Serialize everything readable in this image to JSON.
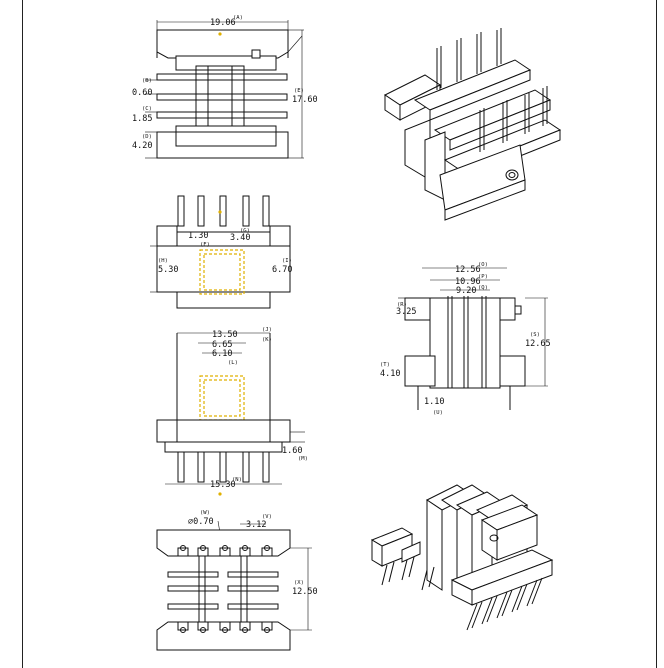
{
  "colors": {
    "line": "#111111",
    "highlight": "#e0b000",
    "background": "#ffffff"
  },
  "views": {
    "top": {
      "dims": [
        {
          "value": "19.06",
          "tag": "(A)"
        },
        {
          "value": "0.60",
          "tag": "(B)"
        },
        {
          "value": "1.85",
          "tag": "(C)"
        },
        {
          "value": "4.20",
          "tag": "(D)"
        },
        {
          "value": "17.60",
          "tag": "(E)"
        }
      ]
    },
    "front": {
      "dims": [
        {
          "value": "1.30",
          "tag": "(F)"
        },
        {
          "value": "3.40",
          "tag": "(G)"
        },
        {
          "value": "5.30",
          "tag": "(H)"
        },
        {
          "value": "6.70",
          "tag": "(I)"
        }
      ]
    },
    "side": {
      "dims": [
        {
          "value": "13.50",
          "tag": "(J)"
        },
        {
          "value": "6.65",
          "tag": "(K)"
        },
        {
          "value": "6.10",
          "tag": "(L)"
        },
        {
          "value": "1.60",
          "tag": "(M)"
        },
        {
          "value": "15.30",
          "tag": "(N)"
        }
      ]
    },
    "right_side": {
      "dims": [
        {
          "value": "12.56",
          "tag": "(O)"
        },
        {
          "value": "10.96",
          "tag": "(P)"
        },
        {
          "value": "9.20",
          "tag": "(Q)"
        },
        {
          "value": "3.25",
          "tag": "(R)"
        },
        {
          "value": "12.65",
          "tag": "(S)"
        },
        {
          "value": "4.10",
          "tag": "(T)"
        },
        {
          "value": "1.10",
          "tag": "(U)"
        }
      ]
    },
    "bottom": {
      "dims": [
        {
          "value": "∅0.70",
          "tag": "(W)"
        },
        {
          "value": "3.12",
          "tag": "(V)"
        },
        {
          "value": "12.50",
          "tag": "(X)"
        }
      ]
    }
  }
}
